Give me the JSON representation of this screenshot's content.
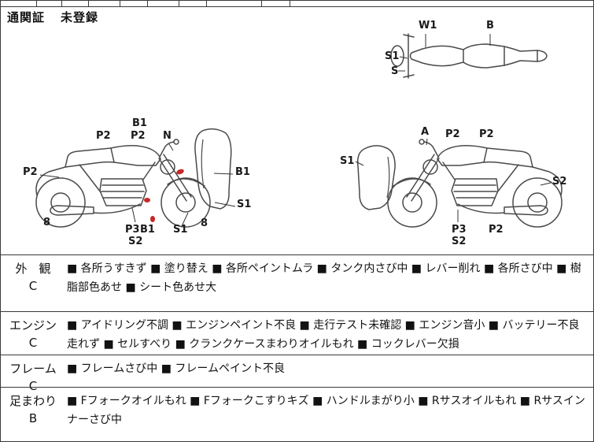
{
  "header": {
    "customs_label": "通関証",
    "customs_value": "未登録"
  },
  "diagram": {
    "top_view_labels": [
      "W1",
      "B",
      "S1",
      "S"
    ],
    "left_view_labels": [
      "B1",
      "P2",
      "P2",
      "N",
      "P2",
      "B1",
      "S1",
      "8",
      "P3",
      "B1",
      "S2",
      "S1",
      "8"
    ],
    "right_view_labels": [
      "A",
      "P2",
      "P2",
      "S1",
      "S2",
      "P3",
      "S2",
      "P2"
    ]
  },
  "inspection": {
    "rows": [
      {
        "category": "外　観",
        "grade": "C",
        "notes": "■ 各所うすきず ■ 塗り替え ■ 各所ペイントムラ ■ タンク内さび中 ■ レバー削れ ■ 各所さび中 ■ 樹脂部色あせ ■ シート色あせ大"
      },
      {
        "category": "エンジン",
        "grade": "C",
        "notes": "■ アイドリング不調 ■ エンジンペイント不良 ■ 走行テスト未確認 ■ エンジン音小 ■ バッテリー不良走れず ■ セルすべり ■ クランクケースまわりオイルもれ ■ コックレバー欠損"
      },
      {
        "category": "フレーム",
        "grade": "C",
        "notes": "■ フレームさび中 ■ フレームペイント不良"
      },
      {
        "category": "足まわり",
        "grade": "B",
        "notes": "■ Fフォークオイルもれ ■ Fフォークこすりキズ ■ ハンドルまがり小 ■ Rサスオイルもれ ■ Rサスインナーさび中"
      }
    ]
  },
  "colors": {
    "line": "#4a4a4a",
    "border": "#3a3a3a",
    "damage_mark": "#c62828"
  }
}
